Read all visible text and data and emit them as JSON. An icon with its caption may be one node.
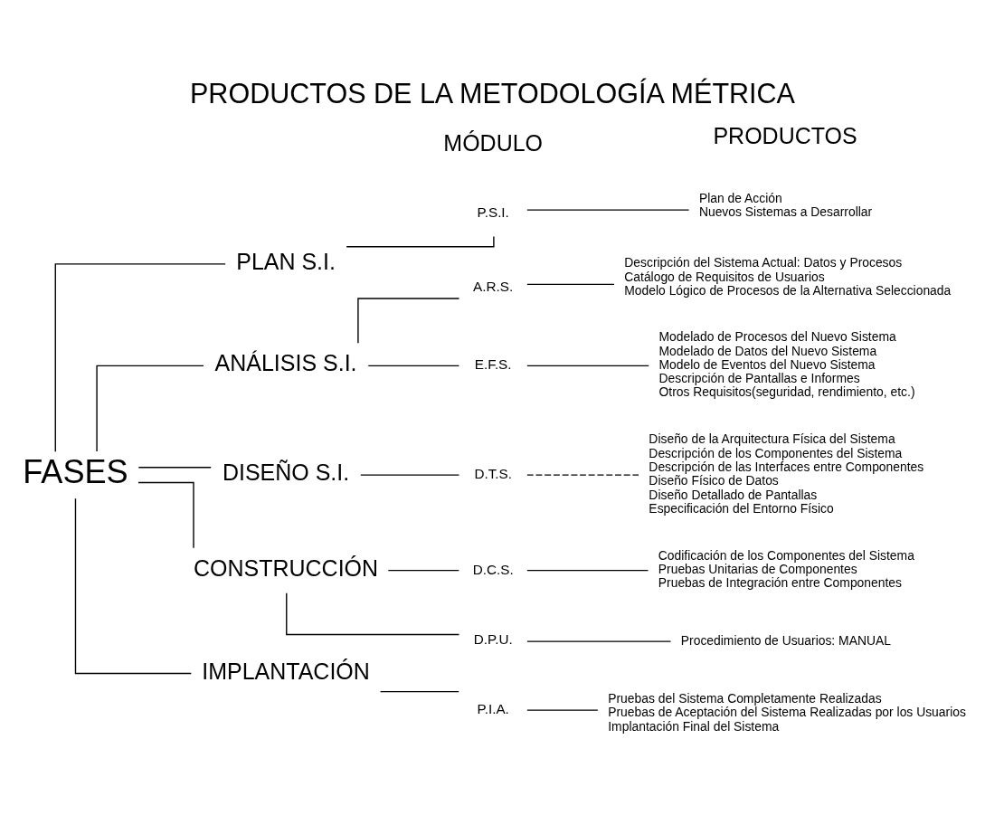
{
  "diagram": {
    "title": "PRODUCTOS DE LA METODOLOGÍA MÉTRICA",
    "nodes": [
      {
        "text": [
          "FASES"
        ]
      },
      {
        "text": [
          "PLAN S.I."
        ]
      },
      {
        "text": [
          "ANÁLISIS S.I."
        ]
      },
      {
        "text": [
          "DISEÑO S.I."
        ]
      },
      {
        "text": [
          "CONSTRUCCIÓN"
        ]
      },
      {
        "text": [
          "IMPLANTACIÓN"
        ]
      },
      {
        "text": [
          "P.S.I."
        ]
      },
      {
        "text": [
          "A.R.S."
        ]
      },
      {
        "text": [
          "E.F.S."
        ]
      },
      {
        "text": [
          "D.T.S."
        ]
      },
      {
        "text": [
          "D.C.S."
        ]
      },
      {
        "text": [
          "D.P.U."
        ]
      },
      {
        "text": [
          "P.I.A."
        ]
      },
      {
        "text": [
          "Plan de Acción",
          "Nuevos Sistemas a Desarrollar"
        ]
      },
      {
        "text": [
          "Descripción del Sistema Actual: Datos y Procesos",
          "Catálogo de Requisitos de Usuarios",
          "Modelo Lógico de Procesos de la Alternativa Seleccionada"
        ]
      },
      {
        "text": [
          "Modelado de Procesos del Nuevo Sistema",
          "Modelado de Datos del Nuevo Sistema",
          "Modelo de Eventos del Nuevo Sistema",
          "Descripción de Pantallas e Informes",
          "Otros Requisitos(seguridad, rendimiento, etc.)"
        ]
      },
      {
        "text": [
          "Diseño de la Arquitectura Física del Sistema",
          "Descripción de los Componentes del Sistema",
          "Descripción de las Interfaces entre Componentes",
          "Diseño Físico de Datos",
          "Diseño Detallado de Pantallas",
          "Especificación del Entorno Físico"
        ]
      },
      {
        "text": [
          "Codificación de los Componentes del Sistema",
          "Pruebas Unitarias de Componentes",
          "Pruebas de Integración entre Componentes"
        ]
      },
      {
        "text": [
          "Procedimiento de Usuarios: MANUAL"
        ]
      },
      {
        "text": [
          "Pruebas del Sistema Completamente Realizadas",
          "Pruebas de Aceptación del Sistema Realizadas por los Usuarios",
          "Implantación Final del Sistema"
        ]
      }
    ],
    "edges": [
      {
        "from": 0,
        "to": 1,
        "arrow": "none"
      },
      {
        "from": 0,
        "to": 2,
        "arrow": "none"
      },
      {
        "from": 0,
        "to": 3,
        "arrow": "none"
      },
      {
        "from": 0,
        "to": 4,
        "arrow": "none"
      },
      {
        "from": 0,
        "to": 5,
        "arrow": "none"
      },
      {
        "from": 1,
        "to": 6,
        "arrow": "none"
      },
      {
        "from": 2,
        "to": 7,
        "arrow": "none"
      },
      {
        "from": 2,
        "to": 8,
        "arrow": "none"
      },
      {
        "from": 3,
        "to": 9,
        "arrow": "none"
      },
      {
        "from": 4,
        "to": 10,
        "arrow": "none"
      },
      {
        "from": 4,
        "to": 11,
        "arrow": "none"
      },
      {
        "from": 5,
        "to": 12,
        "arrow": "none"
      },
      {
        "from": 6,
        "to": 13,
        "arrow": "none"
      },
      {
        "from": 7,
        "to": 14,
        "arrow": "none"
      },
      {
        "from": 8,
        "to": 15,
        "arrow": "none"
      },
      {
        "from": 9,
        "to": 16,
        "arrow": "none",
        "style": "dashed"
      },
      {
        "from": 10,
        "to": 17,
        "arrow": "none"
      },
      {
        "from": 11,
        "to": 18,
        "arrow": "none"
      },
      {
        "from": 12,
        "to": 19,
        "arrow": "none"
      }
    ],
    "labels": [
      "MÓDULO",
      "PRODUCTOS"
    ]
  }
}
